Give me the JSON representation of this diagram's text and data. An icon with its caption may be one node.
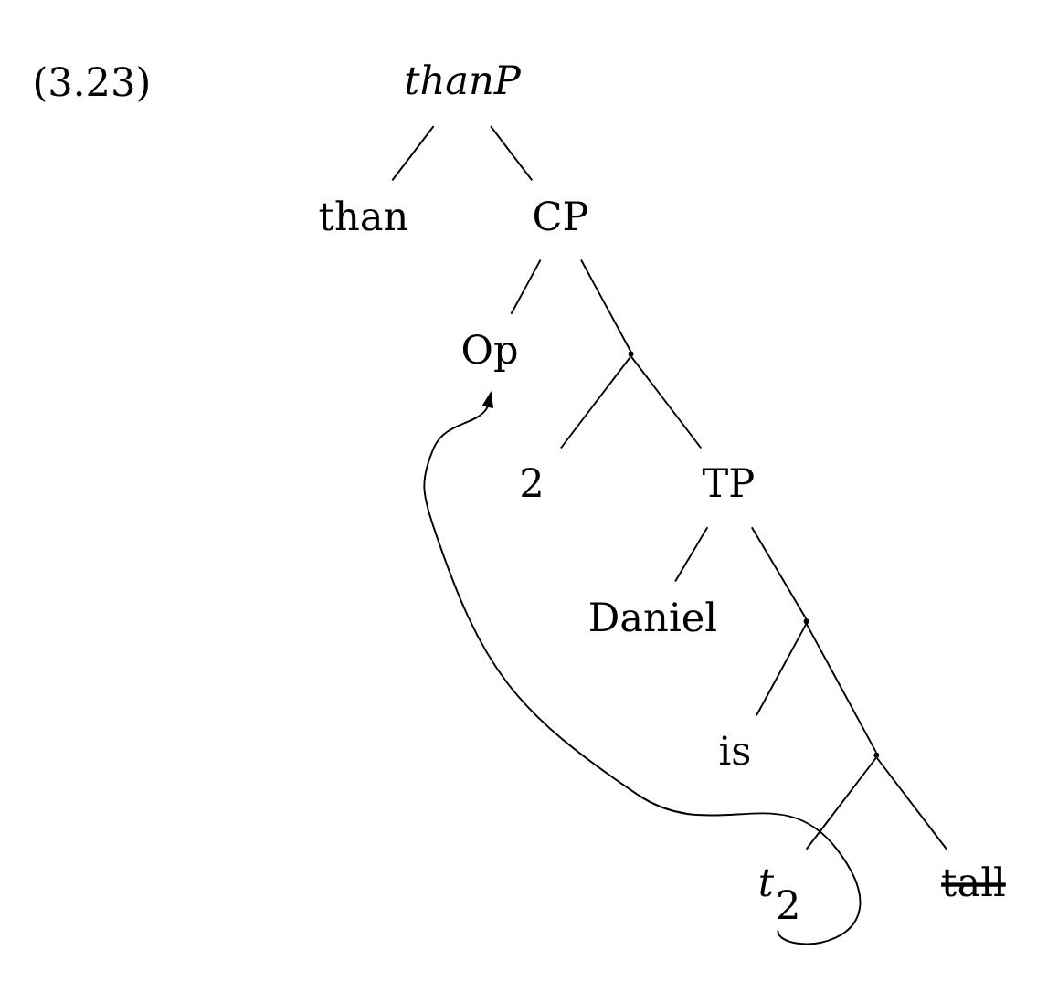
{
  "diagram": {
    "nodes": [
      {
        "text": [
          "thanP"
        ]
      },
      {
        "text": [
          "than"
        ]
      },
      {
        "text": [
          "CP"
        ]
      },
      {
        "text": [
          "Op"
        ]
      },
      {
        "text": [],
        "shape": "point"
      },
      {
        "text": [
          "2"
        ]
      },
      {
        "text": [
          "TP"
        ]
      },
      {
        "text": [
          "Daniel"
        ]
      },
      {
        "text": [],
        "shape": "point"
      },
      {
        "text": [
          "is"
        ]
      },
      {
        "text": [],
        "shape": "point"
      },
      {
        "text": [
          "*t*$_{2}$"
        ]
      },
      {
        "text": [
          "tall"
        ]
      }
    ],
    "edges": [
      {
        "from": 0,
        "to": 1,
        "arrow": "none"
      },
      {
        "from": 0,
        "to": 2,
        "arrow": "none"
      },
      {
        "from": 2,
        "to": 3,
        "arrow": "none"
      },
      {
        "from": 2,
        "to": 4,
        "arrow": "none"
      },
      {
        "from": 4,
        "to": 5,
        "arrow": "none"
      },
      {
        "from": 4,
        "to": 6,
        "arrow": "none"
      },
      {
        "from": 6,
        "to": 7,
        "arrow": "none"
      },
      {
        "from": 6,
        "to": 8,
        "arrow": "none"
      },
      {
        "from": 8,
        "to": 9,
        "arrow": "none"
      },
      {
        "from": 8,
        "to": 10,
        "arrow": "none"
      },
      {
        "from": 10,
        "to": 11,
        "arrow": "none"
      },
      {
        "from": 10,
        "to": 12,
        "arrow": "none"
      },
      {
        "from": 11,
        "to": 3,
        "arrow": "to"
      }
    ],
    "labels": [
      "(3.23)"
    ]
  }
}
